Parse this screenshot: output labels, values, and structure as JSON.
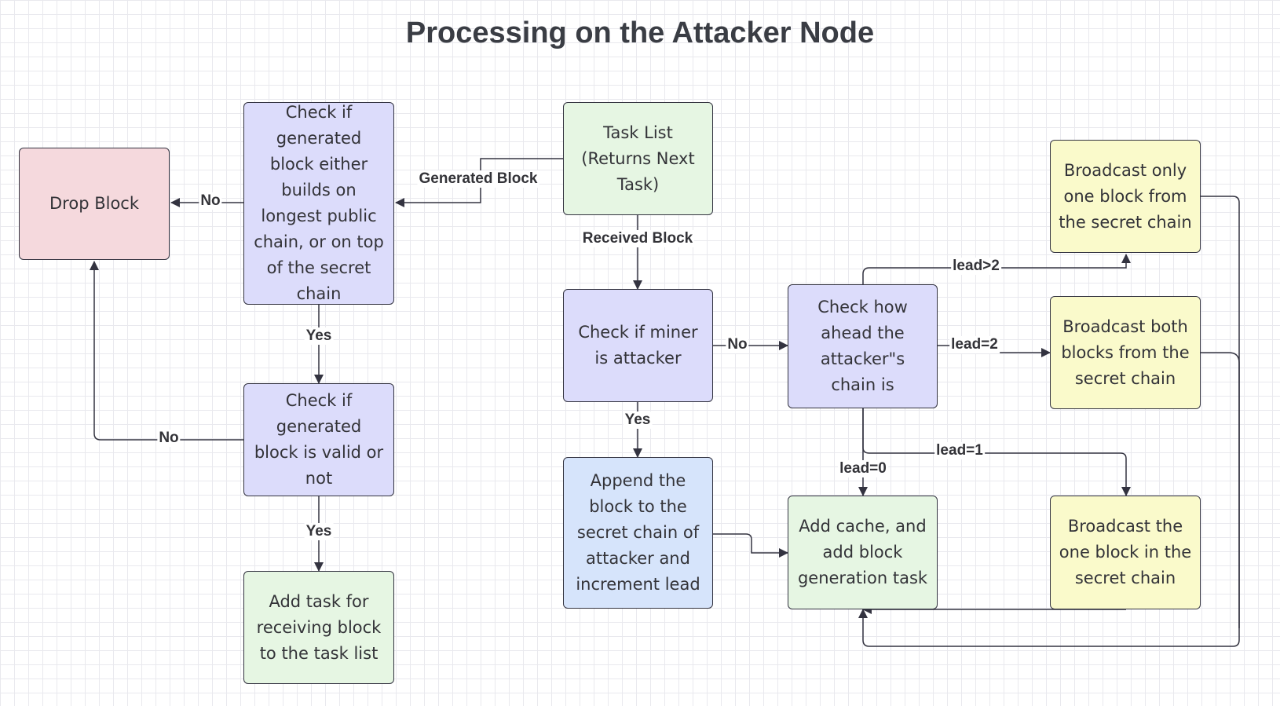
{
  "title": "Processing on the Attacker Node",
  "nodes": {
    "drop_block": "Drop Block",
    "check_generated_public": "Check if generated block either builds on longest public chain, or on top of the secret chain",
    "task_list": "Task List (Returns Next Task)",
    "check_generated_valid": "Check if generated block is valid or not",
    "add_task_receiving": "Add task for receiving block to the task list",
    "check_miner_attacker": "Check if miner is attacker",
    "append_block": "Append the block to the secret chain of attacker and increment lead",
    "check_ahead": "Check how ahead the attacker\"s chain is",
    "add_cache": "Add cache, and add block generation task",
    "broadcast_one_only": "Broadcast only one block from the secret chain",
    "broadcast_both": "Broadcast both blocks from the secret chain",
    "broadcast_the_one": "Broadcast the one block in the secret chain"
  },
  "edge_labels": {
    "generated_block": "Generated Block",
    "received_block": "Received Block",
    "no_drop_top": "No",
    "yes_public_to_valid": "Yes",
    "no_valid_to_drop": "No",
    "yes_valid_to_task": "Yes",
    "no_miner": "No",
    "yes_miner": "Yes",
    "lead_gt2": "lead>2",
    "lead_eq2": "lead=2",
    "lead_eq1": "lead=1",
    "lead_eq0": "lead=0"
  },
  "colors": {
    "pink": "#f5d9dd",
    "purple": "#dcdcfb",
    "green": "#e6f6e3",
    "yellow": "#fafacb",
    "blue": "#d6e4fb",
    "stroke": "#333340"
  }
}
